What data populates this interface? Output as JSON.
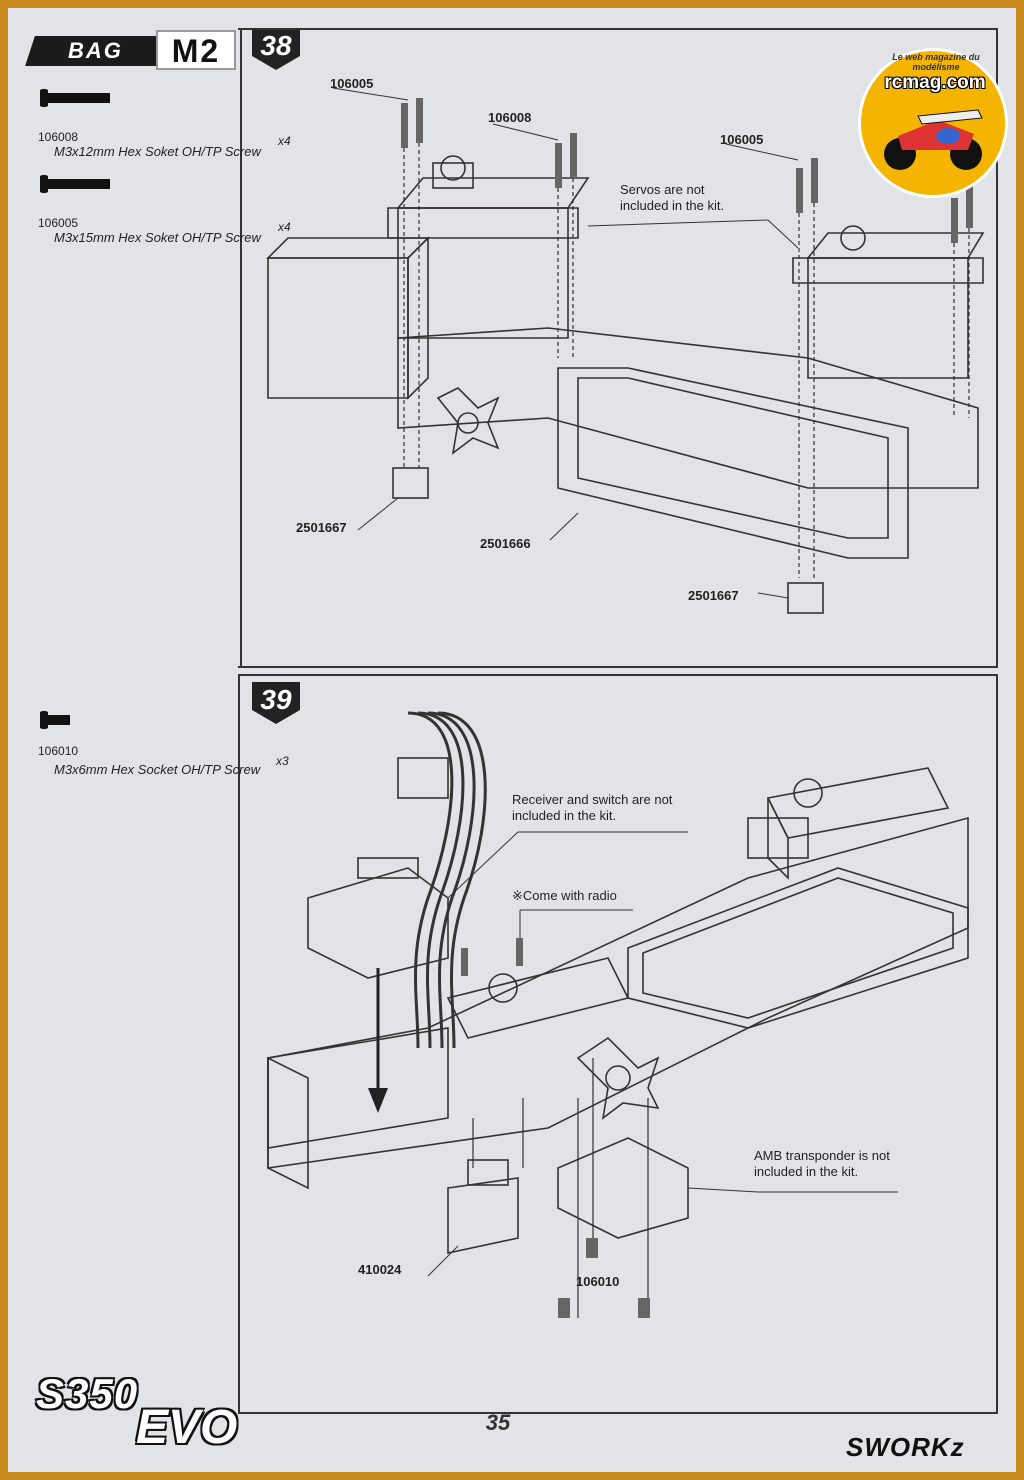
{
  "header": {
    "bag_label": "BAG",
    "bag_code": "M2",
    "step_a": "38",
    "step_b": "39"
  },
  "step38": {
    "screws": [
      {
        "code": "106008",
        "desc": "M3x12mm Hex Soket OH/TP Screw",
        "qty": "x4"
      },
      {
        "code": "106005",
        "desc": "M3x15mm Hex Soket OH/TP Screw",
        "qty": "x4"
      }
    ],
    "labels": {
      "screw_a": "106005",
      "screw_b": "106008",
      "screw_c": "106005",
      "screw_d": "106005",
      "mount_left": "2501667",
      "tray": "2501666",
      "mount_right": "2501667"
    },
    "note": "Servos are not included in the kit."
  },
  "step39": {
    "screws": [
      {
        "code": "106010",
        "desc": "M3x6mm Hex Socket OH/TP Screw",
        "qty": "x3"
      }
    ],
    "labels": {
      "receiver_note": "Receiver and switch are not included in the kit.",
      "radio_note": "※Come with radio",
      "transponder_note": "AMB transponder is not included in the kit.",
      "switch": "410024",
      "screw": "106010"
    }
  },
  "watermark": {
    "brand": "rcmag.com",
    "tagline": "Le web magazine du modélisme"
  },
  "footer": {
    "logo_line1": "S350",
    "logo_line2": "EVO",
    "page_number": "35",
    "brand": "SWORKz"
  }
}
